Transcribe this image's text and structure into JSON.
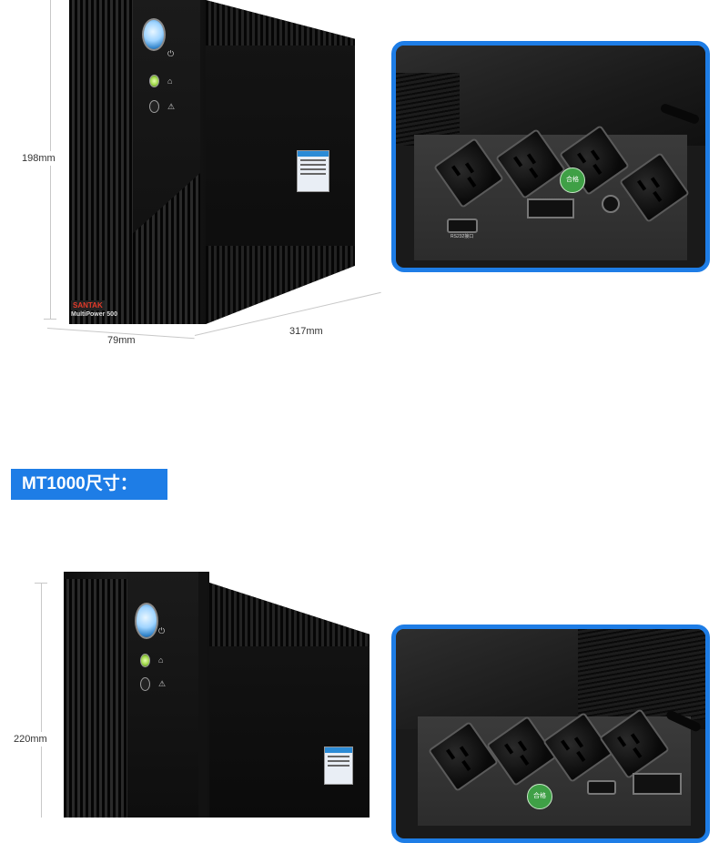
{
  "top_unit": {
    "height_label": "198mm",
    "width_label": "79mm",
    "depth_label": "317mm",
    "brand_text": "SANTAK",
    "model_text": "MultiPower 500"
  },
  "section_heading": "MT1000尺寸：",
  "bottom_unit": {
    "height_label": "220mm"
  },
  "rear_view": {
    "stamp_text": "合格",
    "port_label": "RS232接口"
  },
  "colors": {
    "accent": "#1e7de6",
    "ups_body": "#111111",
    "led_green": "#9fd84a",
    "brand_red": "#e43b2a"
  }
}
